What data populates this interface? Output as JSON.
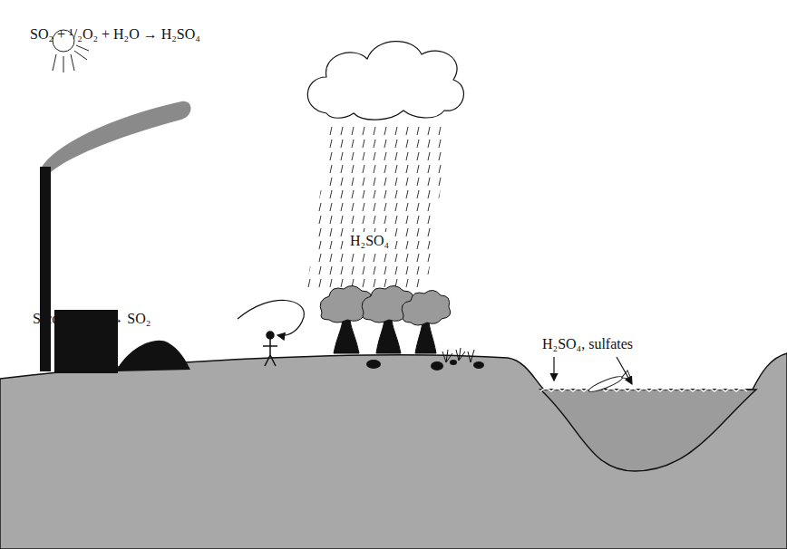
{
  "diagram": {
    "labels": [
      "SO₂ + ¹/₂O₂ + H₂O → H₂SO₄",
      "H₂SO₄",
      "S(coal) + O₂ → SO₂",
      "H₂SO₄, sulfates"
    ]
  }
}
